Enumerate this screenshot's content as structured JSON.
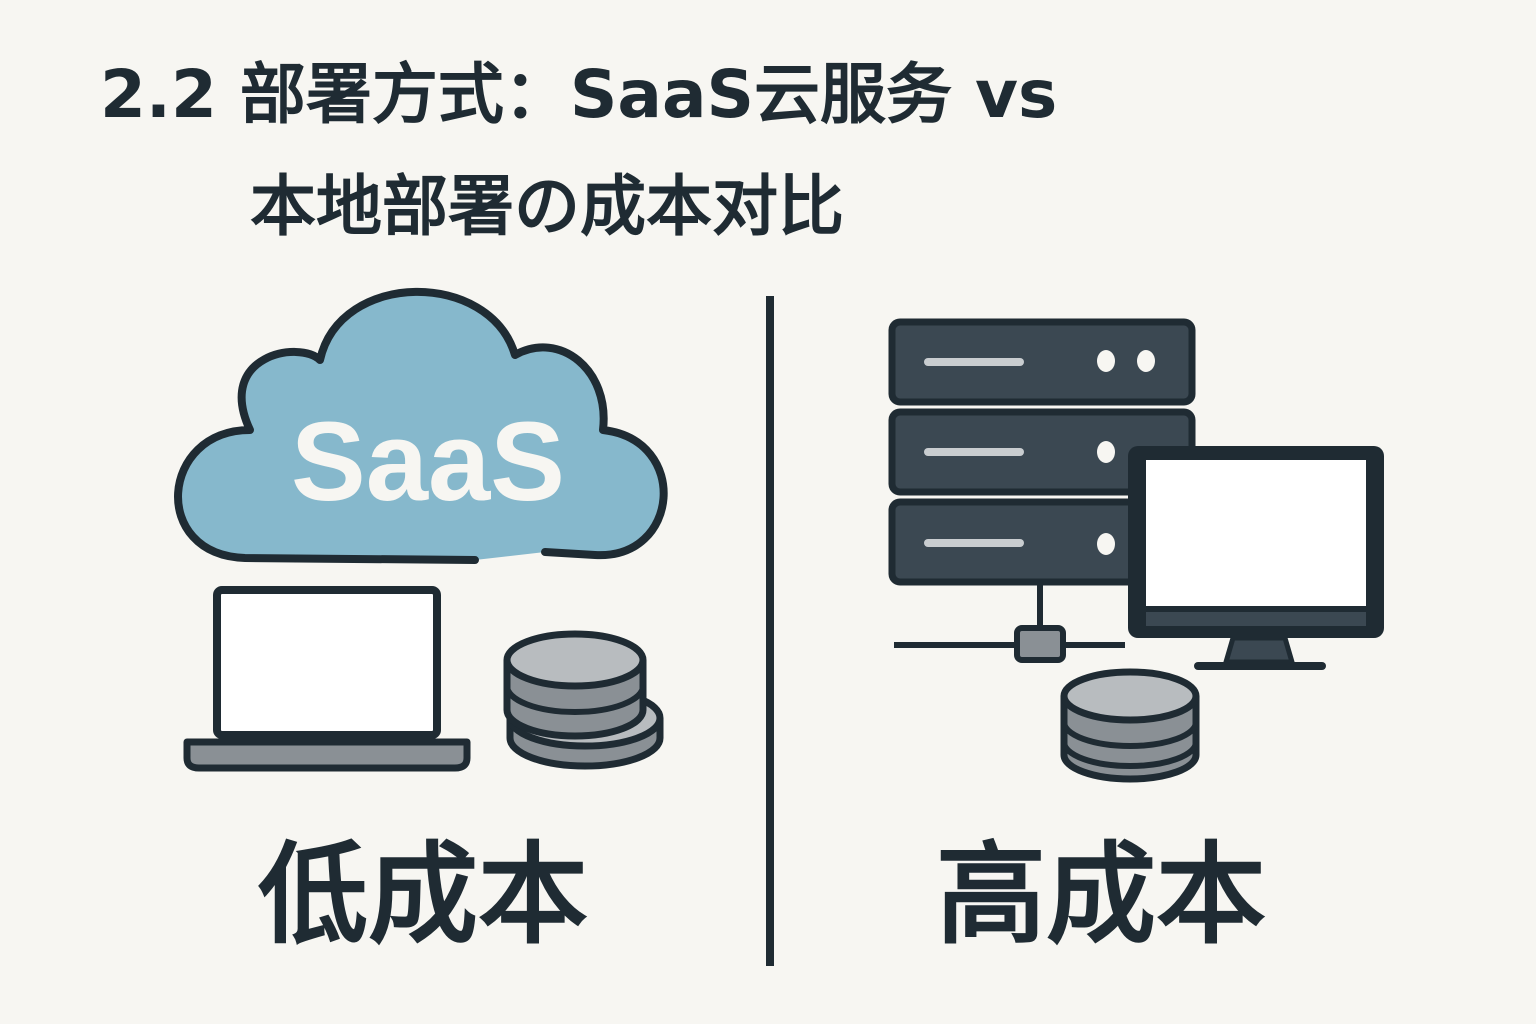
{
  "title": {
    "line1": "2.2 部署方式：SaaS云服务 vs",
    "line2": "本地部署の成本对比"
  },
  "left": {
    "cloud_label": "SaaS",
    "cost_label": "低成本",
    "icons": [
      "cloud-icon",
      "laptop-icon",
      "coin-stack-icon"
    ]
  },
  "right": {
    "cost_label": "高成本",
    "icons": [
      "server-rack-icon",
      "monitor-icon",
      "network-icon",
      "database-icon"
    ]
  },
  "colors": {
    "background": "#f7f6f2",
    "ink": "#1f2b33",
    "cloud": "#86b8cc",
    "server": "#3b4852",
    "coin": "#8a9095"
  }
}
